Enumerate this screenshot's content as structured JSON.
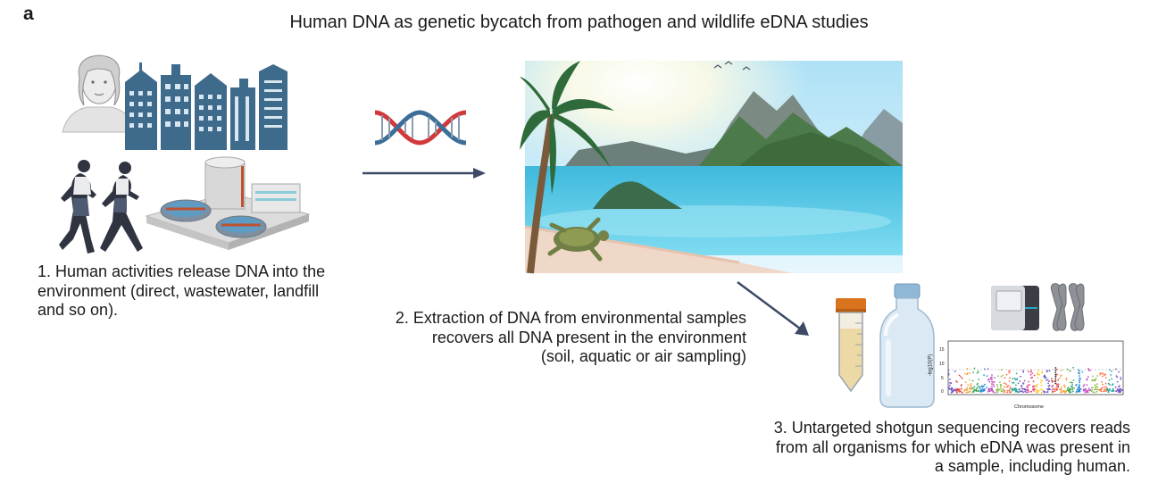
{
  "panel_label": "a",
  "title": "Human DNA as genetic bycatch from pathogen and wildlife eDNA studies",
  "steps": [
    {
      "lines": [
        "1. Human activities release DNA into the",
        "environment (direct, wastewater, landfill",
        "and so on)."
      ]
    },
    {
      "lines": [
        "2. Extraction of DNA from environmental samples",
        "recovers all DNA present in the environment",
        "(soil, aquatic or air sampling)"
      ]
    },
    {
      "lines": [
        "3. Untargeted shotgun sequencing recovers reads",
        "from all organisms for which eDNA was present in",
        "a sample, including human."
      ]
    }
  ],
  "plot": {
    "y_axis_label": "-log10(P)",
    "y_ticks": [
      "15",
      "10",
      "5",
      "0"
    ],
    "x_axis_label": "Chromosome"
  },
  "icons": {
    "human_face": "human-head-icon",
    "city": "city-buildings-icon",
    "runners": "runners-icon",
    "treatment": "wastewater-plant-icon",
    "dna": "dna-helix-icon",
    "landscape": "beach-landscape-illustration",
    "tube": "sample-tube-icon",
    "bottle": "water-bottle-icon",
    "sequencer": "sequencer-icon",
    "chromosomes": "chromosomes-icon",
    "manhattan": "manhattan-plot-icon"
  },
  "colors": {
    "arrow": "#3d4a66",
    "buildings": "#3e6a8c",
    "sea": "#4ec7e6",
    "mountain": "#4d7a4a",
    "dna_red": "#d2393b",
    "dna_blue": "#3c6e98"
  }
}
